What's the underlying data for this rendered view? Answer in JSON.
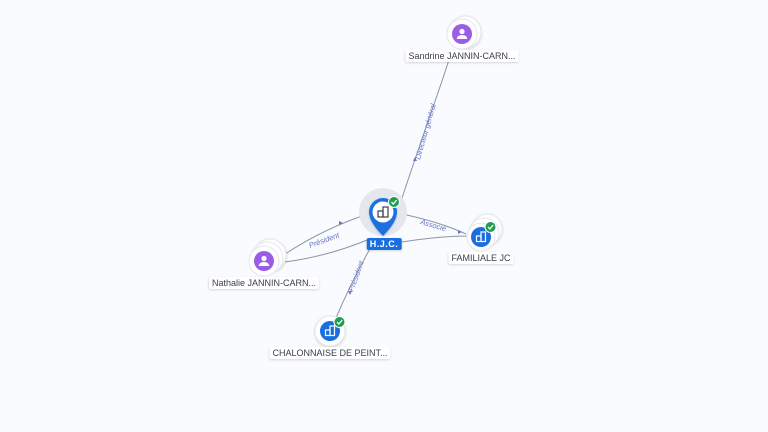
{
  "colors": {
    "person_bg": "#9b5de5",
    "company_bg": "#1a6fe0",
    "check": "#1e9e4f",
    "edge": "#8c95a4",
    "edge_label": "#6574c8"
  },
  "nodes": {
    "center": {
      "label": "H.J.C.",
      "icon": "building-icon",
      "verified": true
    },
    "sandrine": {
      "label": "Sandrine JANNIN-CARN...",
      "icon": "person-icon"
    },
    "nathalie": {
      "label": "Nathalie JANNIN-CARN...",
      "icon": "person-icon"
    },
    "familiale": {
      "label": "FAMILIALE JC",
      "icon": "building-icon",
      "verified": true
    },
    "chalonnaise": {
      "label": "CHALONNAISE DE PEINT...",
      "icon": "building-icon",
      "verified": true
    }
  },
  "edges": {
    "directeur": "Directeur général",
    "president_left": "Président",
    "associe": "Associé",
    "president_down": "Président"
  }
}
